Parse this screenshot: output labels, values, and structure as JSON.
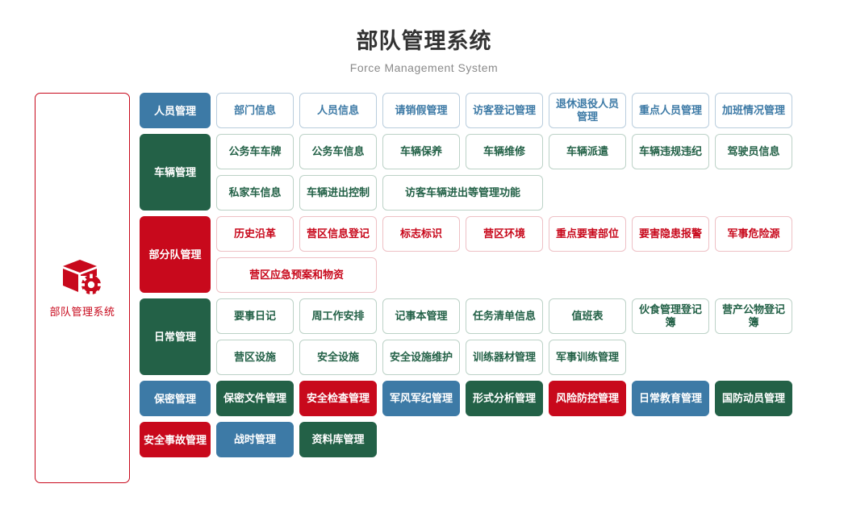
{
  "header": {
    "title_cn": "部队管理系统",
    "title_en": "Force Management System"
  },
  "sidebar": {
    "icon": "cube-gear-icon",
    "label": "部队管理系统",
    "border_color": "#c8091c",
    "text_color": "#c8091c"
  },
  "colors": {
    "blue": "#3d7aa6",
    "green": "#236147",
    "red": "#c8091c",
    "title": "#333333",
    "subtitle": "#8a8a8a"
  },
  "rows": [
    {
      "category": "人员管理",
      "category_style": "blue",
      "lines": [
        [
          {
            "label": "部门信息",
            "style": "outline-blue",
            "span": 1
          },
          {
            "label": "人员信息",
            "style": "outline-blue",
            "span": 1
          },
          {
            "label": "请销假管理",
            "style": "outline-blue",
            "span": 1
          },
          {
            "label": "访客登记管理",
            "style": "outline-blue",
            "span": 1
          },
          {
            "label": "退休退役人员管理",
            "style": "outline-blue",
            "span": 1
          },
          {
            "label": "重点人员管理",
            "style": "outline-blue",
            "span": 1
          },
          {
            "label": "加班情况管理",
            "style": "outline-blue",
            "span": 1
          }
        ]
      ]
    },
    {
      "category": "车辆管理",
      "category_style": "green",
      "lines": [
        [
          {
            "label": "公务车车牌",
            "style": "outline-green",
            "span": 1
          },
          {
            "label": "公务车信息",
            "style": "outline-green",
            "span": 1
          },
          {
            "label": "车辆保养",
            "style": "outline-green",
            "span": 1
          },
          {
            "label": "车辆维修",
            "style": "outline-green",
            "span": 1
          },
          {
            "label": "车辆派遣",
            "style": "outline-green",
            "span": 1
          },
          {
            "label": "车辆违规违纪",
            "style": "outline-green",
            "span": 1
          },
          {
            "label": "驾驶员信息",
            "style": "outline-green",
            "span": 1
          }
        ],
        [
          {
            "label": "私家车信息",
            "style": "outline-green",
            "span": 1
          },
          {
            "label": "车辆进出控制",
            "style": "outline-green",
            "span": 1
          },
          {
            "label": "访客车辆进出等管理功能",
            "style": "outline-green",
            "span": 2
          }
        ]
      ]
    },
    {
      "category": "部分队管理",
      "category_style": "red",
      "lines": [
        [
          {
            "label": "历史沿革",
            "style": "outline-red",
            "span": 1
          },
          {
            "label": "营区信息登记",
            "style": "outline-red",
            "span": 1
          },
          {
            "label": "标志标识",
            "style": "outline-red",
            "span": 1
          },
          {
            "label": "营区环境",
            "style": "outline-red",
            "span": 1
          },
          {
            "label": "重点要害部位",
            "style": "outline-red",
            "span": 1
          },
          {
            "label": "要害隐患报警",
            "style": "outline-red",
            "span": 1
          },
          {
            "label": "军事危险源",
            "style": "outline-red",
            "span": 1
          }
        ],
        [
          {
            "label": "营区应急预案和物资",
            "style": "outline-red",
            "span": 2
          }
        ]
      ]
    },
    {
      "category": "日常管理",
      "category_style": "green",
      "lines": [
        [
          {
            "label": "要事日记",
            "style": "outline-green",
            "span": 1
          },
          {
            "label": "周工作安排",
            "style": "outline-green",
            "span": 1
          },
          {
            "label": "记事本管理",
            "style": "outline-green",
            "span": 1
          },
          {
            "label": "任务清单信息",
            "style": "outline-green",
            "span": 1
          },
          {
            "label": "值班表",
            "style": "outline-green",
            "span": 1
          },
          {
            "label": "伙食管理登记簿",
            "style": "outline-green",
            "span": 1
          },
          {
            "label": "营产公物登记簿",
            "style": "outline-green",
            "span": 1
          }
        ],
        [
          {
            "label": "营区设施",
            "style": "outline-green",
            "span": 1
          },
          {
            "label": "安全设施",
            "style": "outline-green",
            "span": 1
          },
          {
            "label": "安全设施维护",
            "style": "outline-green",
            "span": 1
          },
          {
            "label": "训练器材管理",
            "style": "outline-green",
            "span": 1
          },
          {
            "label": "军事训练管理",
            "style": "outline-green",
            "span": 1
          }
        ]
      ]
    },
    {
      "category": "保密管理",
      "category_style": "blue",
      "lines": [
        [
          {
            "label": "保密文件管理",
            "style": "fill-green",
            "span": 1
          },
          {
            "label": "安全检查管理",
            "style": "fill-red",
            "span": 1
          },
          {
            "label": "军风军纪管理",
            "style": "fill-blue",
            "span": 1
          },
          {
            "label": "形式分析管理",
            "style": "fill-green",
            "span": 1
          },
          {
            "label": "风险防控管理",
            "style": "fill-red",
            "span": 1
          },
          {
            "label": "日常教育管理",
            "style": "fill-blue",
            "span": 1
          },
          {
            "label": "国防动员管理",
            "style": "fill-green",
            "span": 1
          }
        ]
      ]
    },
    {
      "category": "安全事故管理",
      "category_style": "red",
      "lines": [
        [
          {
            "label": "战时管理",
            "style": "fill-blue",
            "span": 1
          },
          {
            "label": "资料库管理",
            "style": "fill-green",
            "span": 1
          }
        ]
      ]
    }
  ]
}
